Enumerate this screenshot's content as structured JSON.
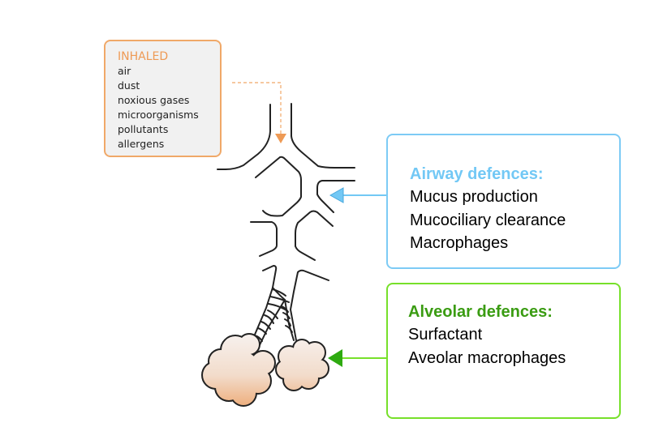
{
  "inhaled": {
    "title": "INHALED",
    "items": [
      "air",
      "dust",
      "noxious gases",
      "microorganisms",
      "pollutants",
      "allergens"
    ],
    "color": "#ee9a55"
  },
  "airway": {
    "title": "Airway defences:",
    "items": [
      "Mucus production",
      "Mucociliary clearance",
      "Macrophages"
    ],
    "color": "#72c8f5"
  },
  "alveolar": {
    "title": "Alveolar defences:",
    "items": [
      "Surfactant",
      "Aveolar macrophages"
    ],
    "color": "#3a9c12"
  }
}
